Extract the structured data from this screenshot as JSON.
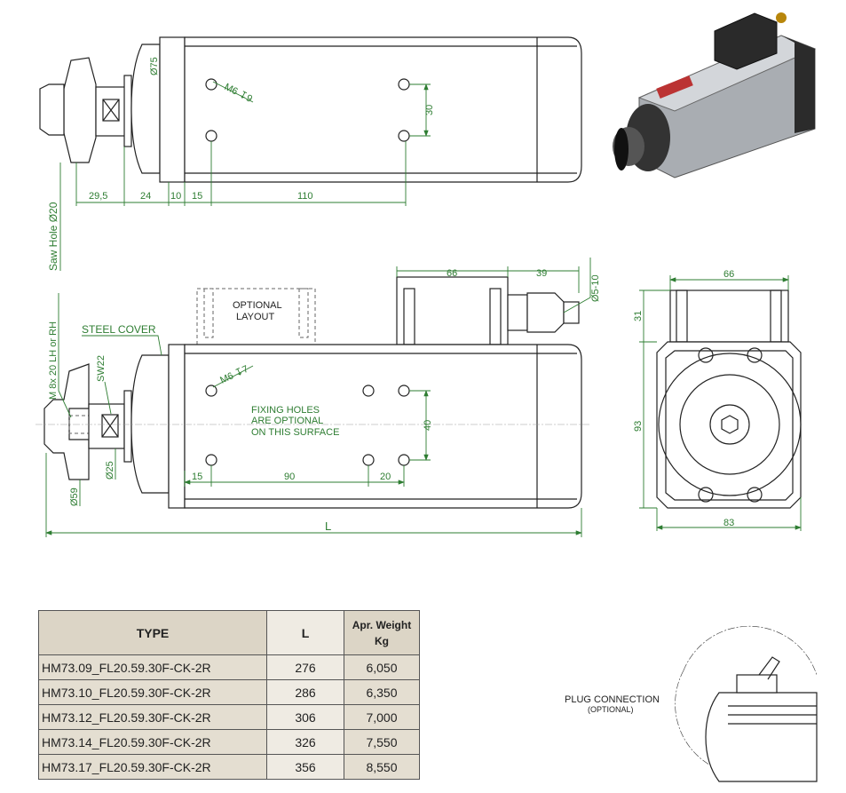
{
  "top_view": {
    "d75": "Ø75",
    "m6_9": "M6 ↧9",
    "d30": "30",
    "d29_5": "29,5",
    "d24": "24",
    "d10": "10",
    "d15": "15",
    "d110": "110",
    "saw_hole": "Saw Hole Ø20"
  },
  "side_view": {
    "d66": "66",
    "d39": "39",
    "d5_10": "Ø5-10",
    "optional_layout": [
      "OPTIONAL",
      "LAYOUT"
    ],
    "steel_cover": "STEEL COVER",
    "thread": "M 8x 20  LH or RH",
    "sw22": "SW22",
    "m6_7": "M6 ↧7",
    "fixing_holes": [
      "FIXING  HOLES",
      "ARE  OPTIONAL",
      "ON THIS SURFACE"
    ],
    "d40": "40",
    "d25": "Ø25",
    "d59": "Ø59",
    "d15": "15",
    "d90": "90",
    "d20": "20",
    "dL": "L"
  },
  "end_view": {
    "d66": "66",
    "d31": "31",
    "d93": "93",
    "d83": "83"
  },
  "plug_detail": {
    "title": "PLUG  CONNECTION",
    "subtitle": "(OPTIONAL)"
  },
  "table": {
    "headers": [
      "TYPE",
      "L",
      "Apr. Weight",
      "Kg"
    ],
    "rows": [
      [
        "HM73.09_FL20.59.30F-CK-2R",
        "276",
        "6,050"
      ],
      [
        "HM73.10_FL20.59.30F-CK-2R",
        "286",
        "6,350"
      ],
      [
        "HM73.12_FL20.59.30F-CK-2R",
        "306",
        "7,000"
      ],
      [
        "HM73.14_FL20.59.30F-CK-2R",
        "326",
        "7,550"
      ],
      [
        "HM73.17_FL20.59.30F-CK-2R",
        "356",
        "8,550"
      ]
    ]
  },
  "colors": {
    "dimension": "#2e7d32",
    "line": "#222222",
    "table_header": "#dcd5c6"
  }
}
